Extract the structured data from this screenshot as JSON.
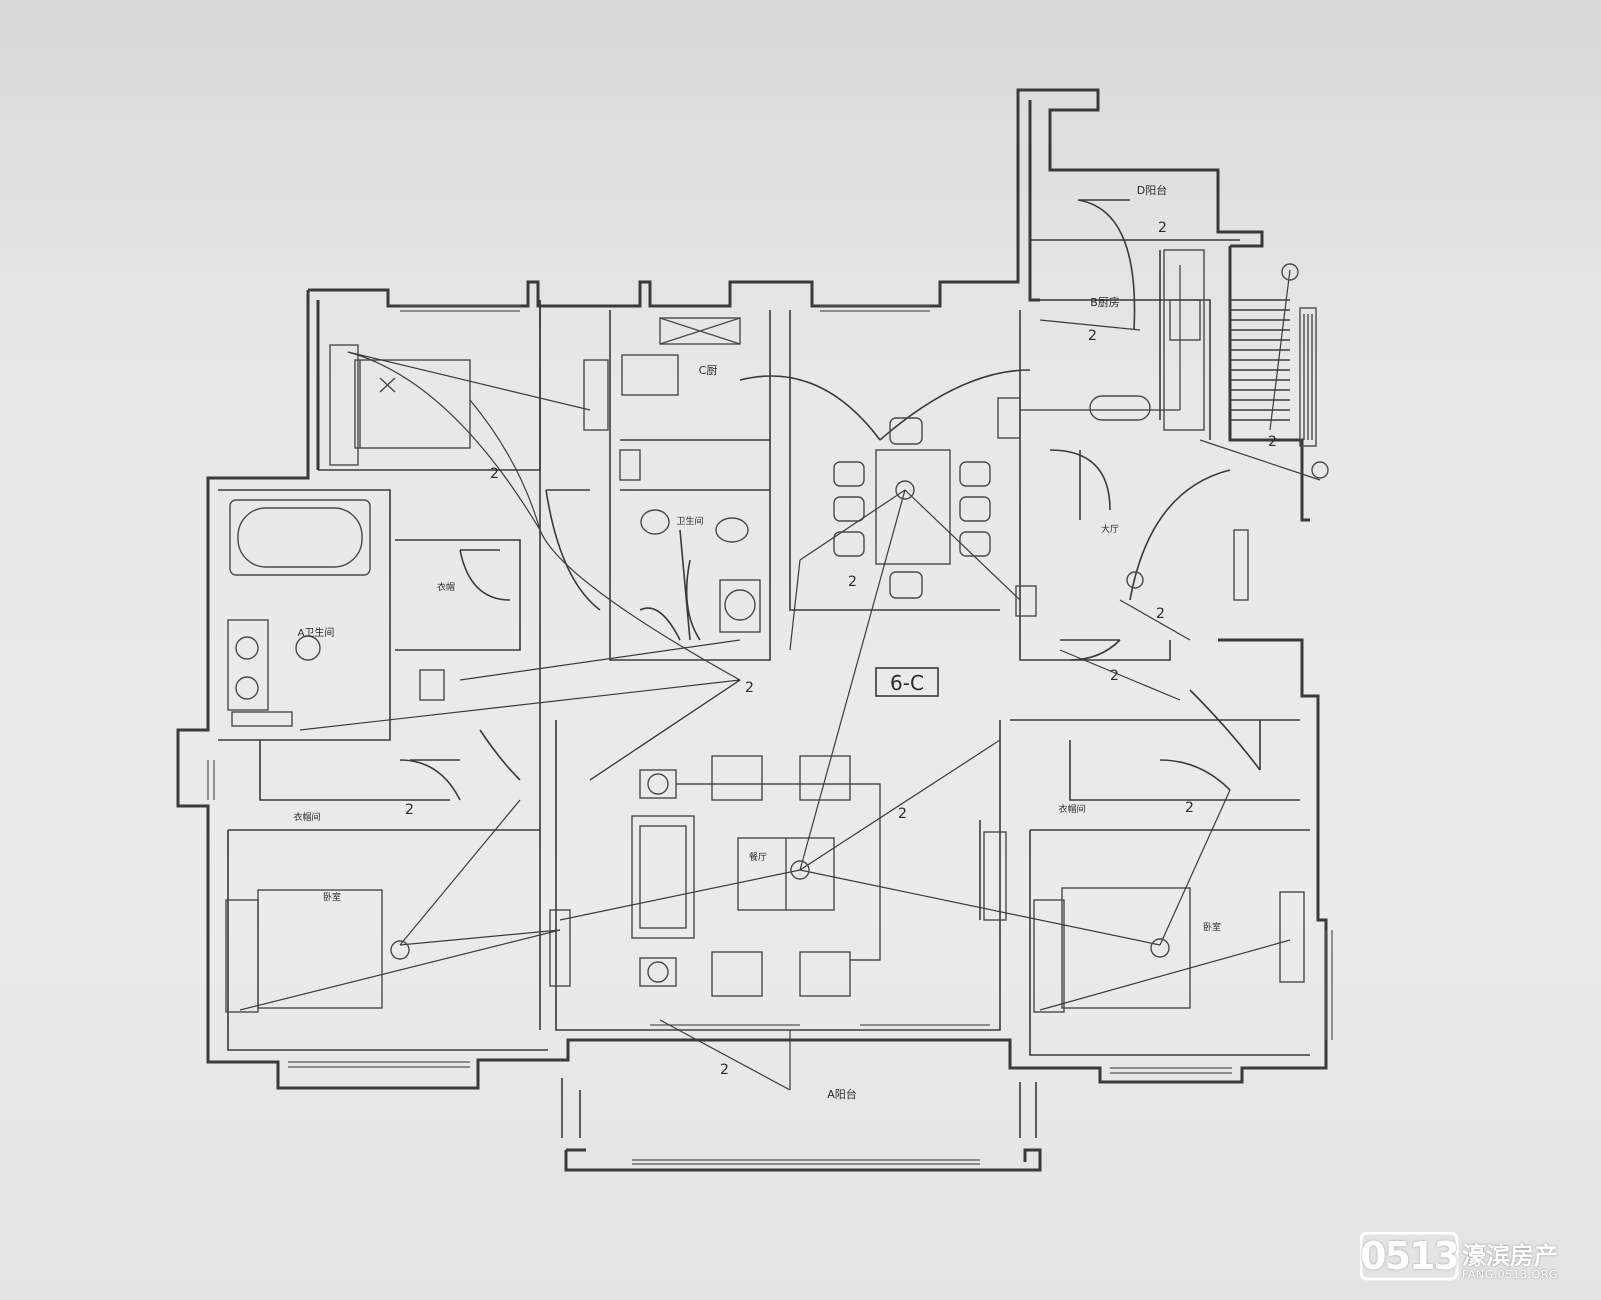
{
  "unit_tag": "6-C",
  "rooms": {
    "balcony_d": "D阳台",
    "kitchen_b": "B厨房",
    "toilet_c": "C厨",
    "toilet_b": "卫生间",
    "hall": "大厅",
    "bath_a": "A卫生间",
    "closet": "衣帽",
    "closet_left": "衣帽间",
    "closet_right": "衣帽间",
    "bed_left": "卧室",
    "bed_right": "卧室",
    "dining": "餐厅",
    "balcony_a": "A阳台"
  },
  "circuit": "2",
  "watermark": {
    "number": "0513",
    "brand": "濠滨房产",
    "url": "FANG.0513.ORG"
  }
}
